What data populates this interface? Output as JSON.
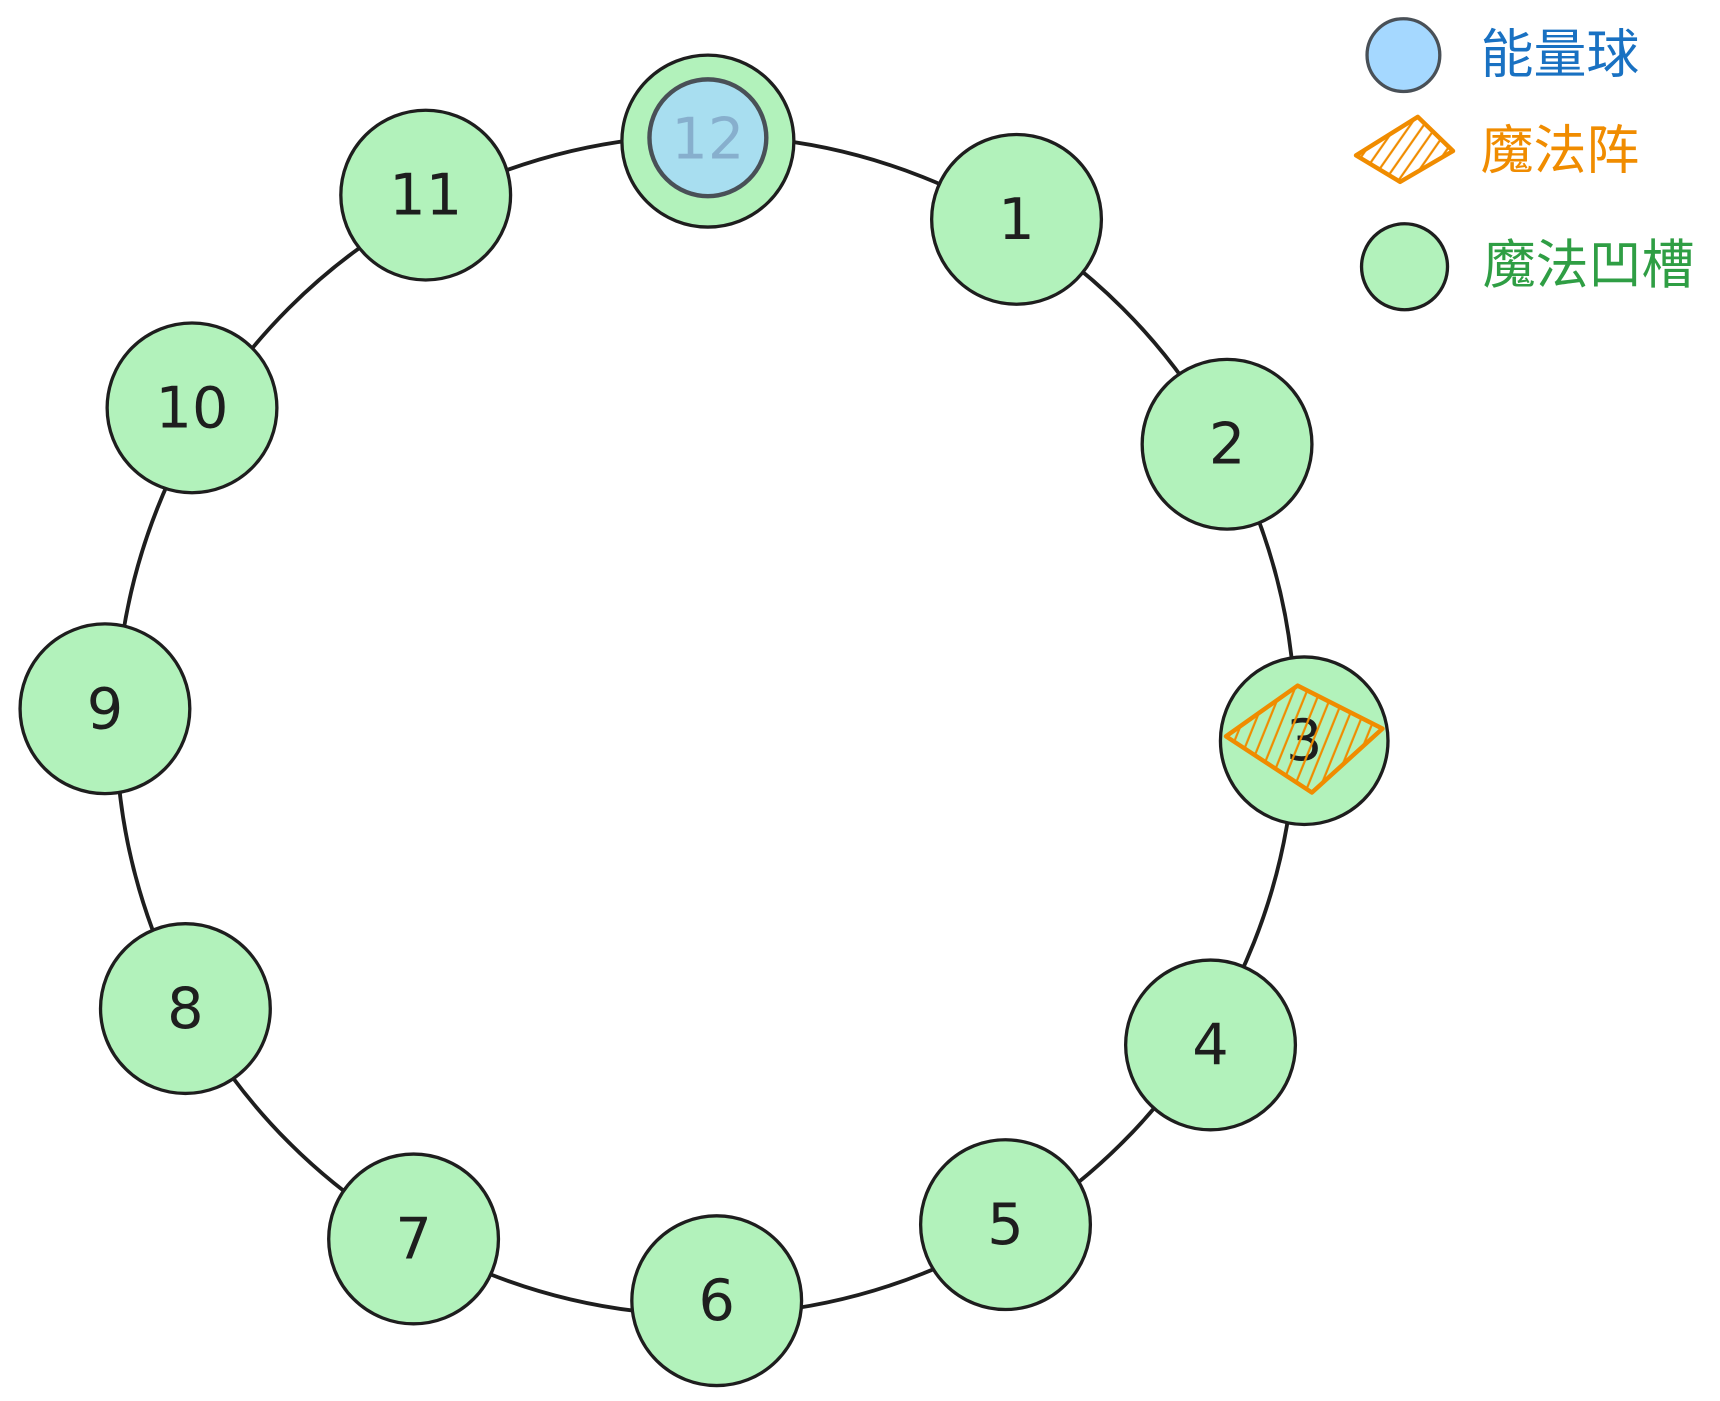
{
  "legend": {
    "energy_ball": {
      "label": "能量球",
      "color": "#1971c2",
      "icon": "energy-ball-icon"
    },
    "magic_array": {
      "label": "魔法阵",
      "color": "#f08c00",
      "icon": "magic-array-icon"
    },
    "magic_slot": {
      "label": "魔法凹槽",
      "color": "#2f9e44",
      "icon": "magic-slot-icon"
    }
  },
  "slots": [
    {
      "label": "1"
    },
    {
      "label": "2"
    },
    {
      "label": "3",
      "has_magic_array": true
    },
    {
      "label": "4"
    },
    {
      "label": "5"
    },
    {
      "label": "6"
    },
    {
      "label": "7"
    },
    {
      "label": "8"
    },
    {
      "label": "9"
    },
    {
      "label": "10"
    },
    {
      "label": "11"
    },
    {
      "label": "12",
      "has_energy_ball": true
    }
  ],
  "colors": {
    "slot_fill": "#b2f2bb",
    "energy_ball_fill": "#a5d8ff",
    "magic_array_stroke": "#f08c00",
    "outline": "#1e1e1e"
  }
}
